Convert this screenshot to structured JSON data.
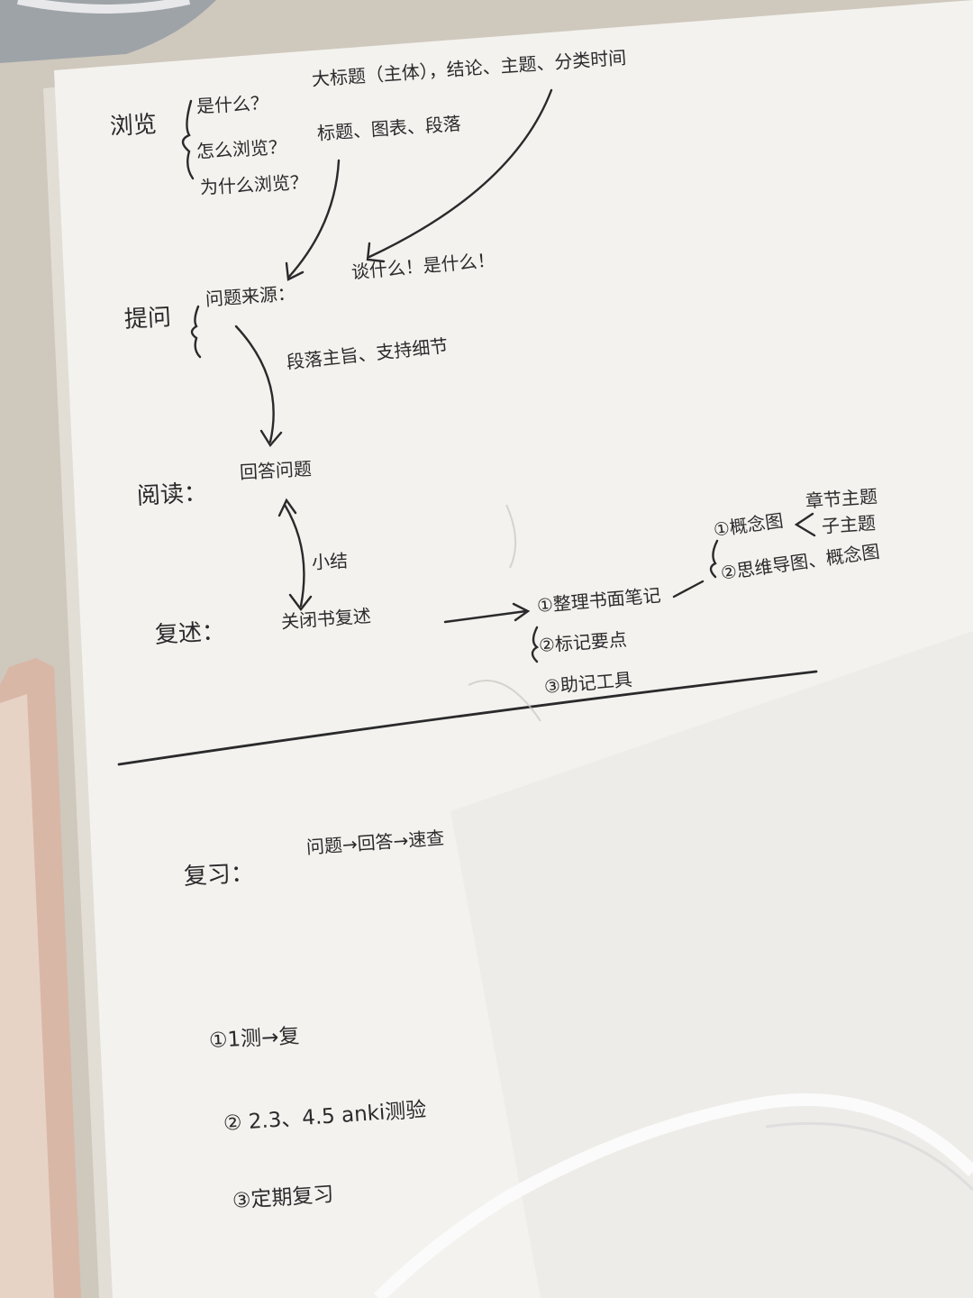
{
  "colors": {
    "desk": "#cfc8bd",
    "paper": "#f3f2ee",
    "ink": "#2a2a2c",
    "device_frame": "#d9b7a6"
  },
  "notes": {
    "browse": {
      "label": "浏览",
      "what": "是什么？",
      "big_title": "大标题（主体），结论、主题、分类时间",
      "how": "怎么浏览？",
      "title_diagram": "标题、图表、段落",
      "why": "为什么浏览？"
    },
    "question": {
      "label": "提问",
      "problem_source": "问题来源：",
      "why_what": "谈什么！是什么！",
      "paragraph": "段落主旨、支持细节"
    },
    "read": {
      "label": "阅读：",
      "answer": "回答问题",
      "summary": "小结"
    },
    "recite": {
      "label": "复述：",
      "content": "关闭书复述",
      "list": [
        "①整理书面笔记",
        "②标记要点",
        "③助记工具"
      ],
      "mindmap": "①概念图",
      "chapter_theme": "章节主题",
      "sub_theme": "子主题",
      "mindmap2": "②思维导图、概念图"
    },
    "review": {
      "label": "复习：",
      "flow": "问题→回答→速查",
      "items": [
        "①1测→复",
        "②  2.3、4.5  anki测验",
        "③定期复习"
      ]
    }
  }
}
